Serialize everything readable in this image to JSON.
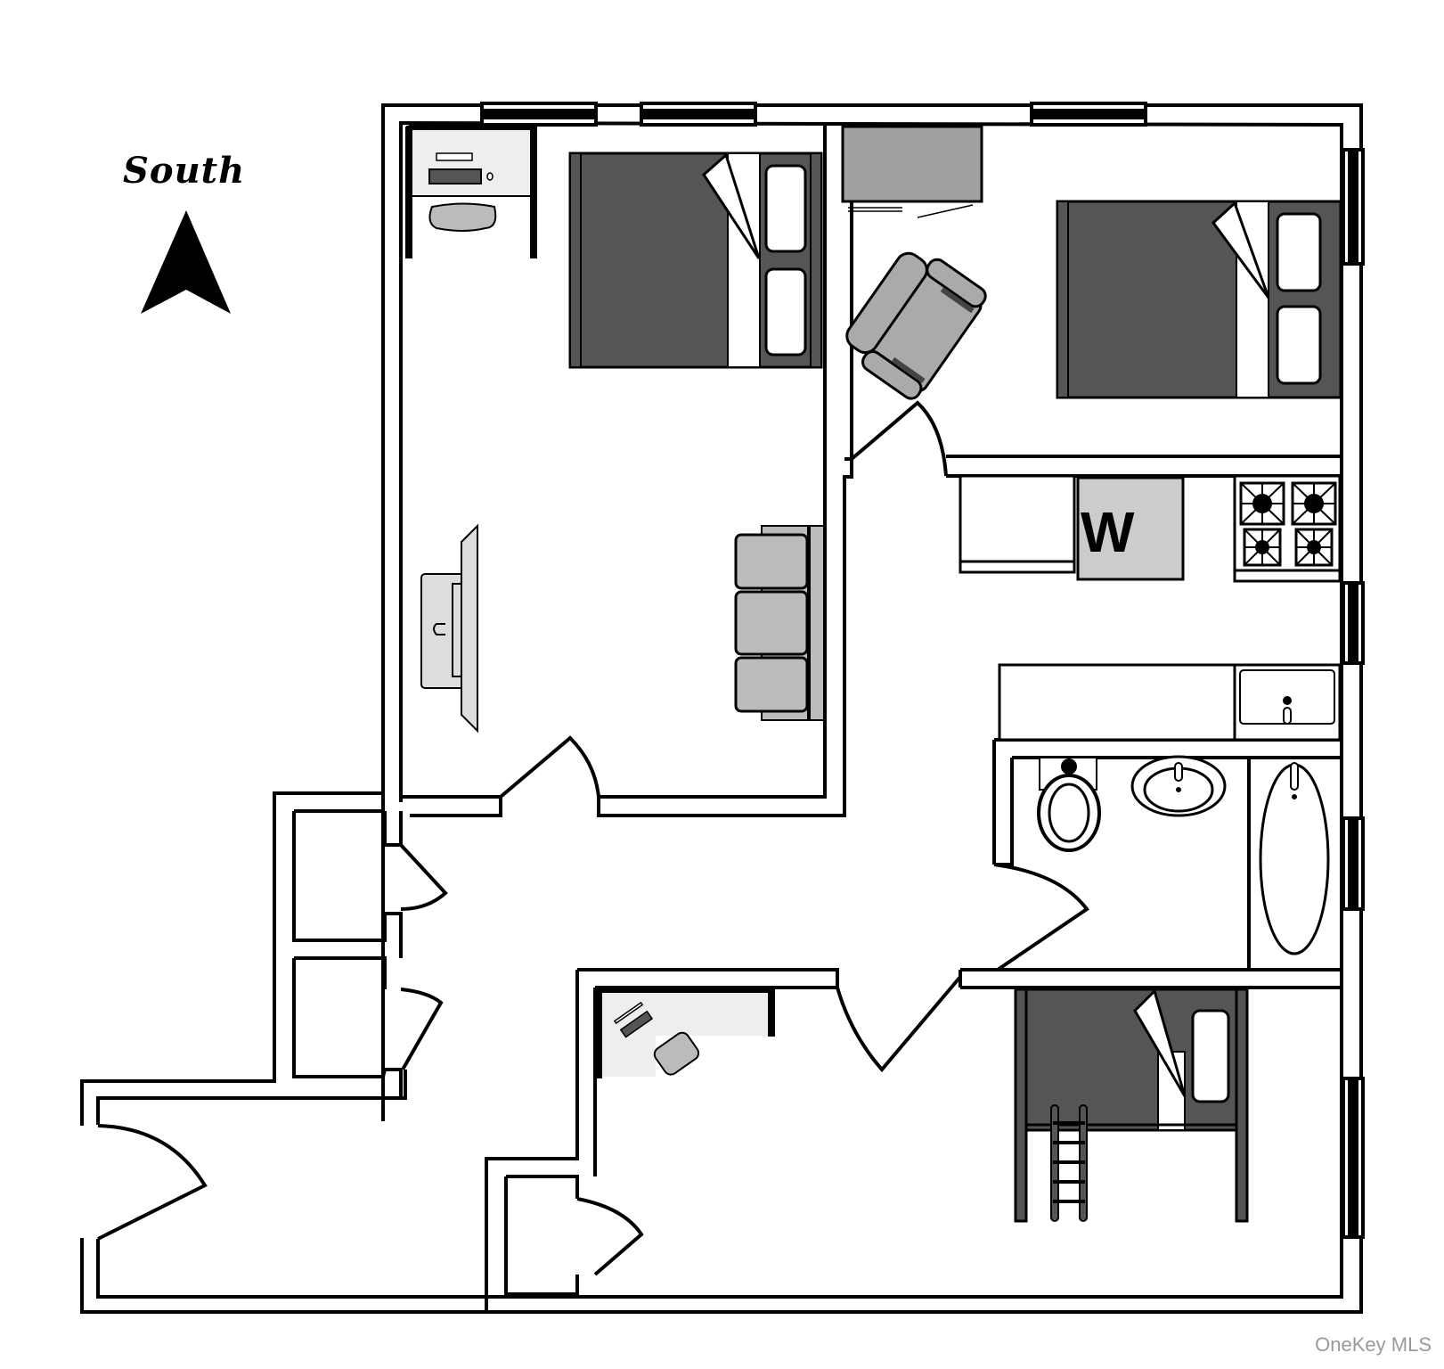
{
  "compass": {
    "label": "South",
    "icon": "north-arrow-icon"
  },
  "watermark": {
    "text": "OneKey MLS"
  },
  "appliances": {
    "washer_label": "W"
  },
  "colors": {
    "wall": "#000000",
    "bed_dark": "#555555",
    "furniture_light": "#bdbdbd",
    "closet_fill": "#a0a0a0",
    "desk_fill": "#eeeeee",
    "washer_fill": "#cccccc",
    "watermark": "#9a9a9a"
  },
  "rooms": [
    {
      "name": "living-bedroom-west",
      "items": [
        "desk",
        "office-chair",
        "queen-bed",
        "tv-console",
        "three-seat-sofa"
      ]
    },
    {
      "name": "bedroom-northeast",
      "items": [
        "closet",
        "armchair",
        "queen-bed"
      ]
    },
    {
      "name": "kitchen",
      "items": [
        "counter",
        "washer",
        "range-4-burner",
        "sink-counter"
      ]
    },
    {
      "name": "bathroom",
      "items": [
        "toilet",
        "vanity-sink",
        "bathtub"
      ]
    },
    {
      "name": "bedroom-southeast",
      "items": [
        "desk",
        "office-chair",
        "loft-bed-with-ladder"
      ]
    },
    {
      "name": "entry-foyer",
      "items": [
        "closet",
        "closet",
        "closet"
      ]
    }
  ]
}
